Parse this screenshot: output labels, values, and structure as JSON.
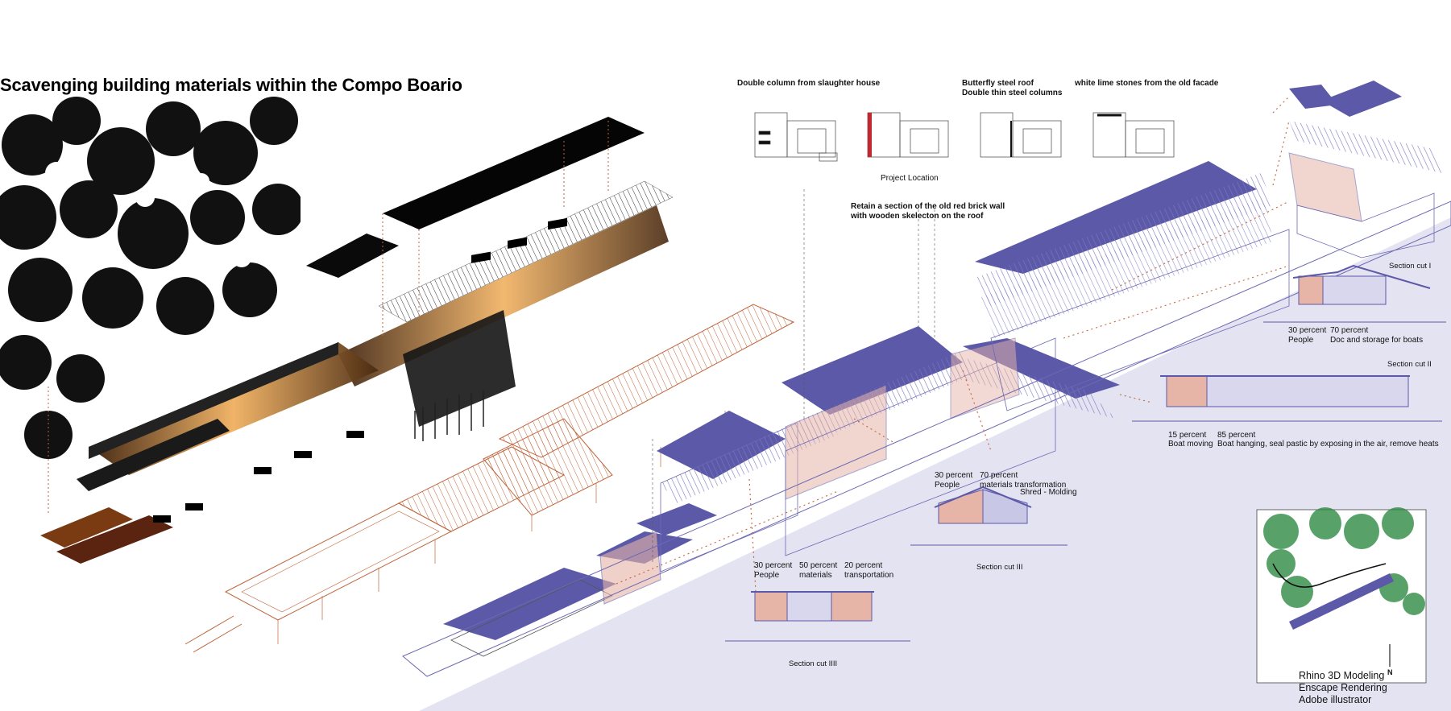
{
  "title": "Scavenging building materials within the Compo Boario",
  "material_labels": {
    "double_column": "Double column from slaughter house",
    "butterfly_roof": "Butterfly steel roof",
    "thin_columns": "Double thin steel columns",
    "lime_stones": "white lime stones from the old facade",
    "project_location": "Project Location",
    "red_brick_line1": "Retain a section of the old red brick wall",
    "red_brick_line2": "with wooden skelecton on the roof"
  },
  "sections": {
    "cut1": {
      "label": "Section cut I",
      "p1": "30 percent",
      "p1_desc": "People",
      "p2": "70 percent",
      "p2_desc": "Doc and storage for boats"
    },
    "cut2": {
      "label": "Section cut II",
      "p1": "15 percent",
      "p1_desc": "Boat moving",
      "p2": "85 percent",
      "p2_desc": "Boat hanging, seal pastic by exposing in the air, remove heats"
    },
    "cut3": {
      "label": "Section cut III",
      "p1": "30 percent",
      "p1_desc": "People",
      "p2": "70 percent",
      "p2_desc": "materials transformation",
      "p3": "Shred  -  Molding"
    },
    "cut4": {
      "label": "Section cut IIII",
      "p1": "30 percent",
      "p1_desc": "People",
      "p2": "50 percent",
      "p2_desc": "materials",
      "p3": "20 percent",
      "p3_desc": "transportation"
    }
  },
  "credits": {
    "line1": "Rhino 3D Modeling",
    "line2": "Enscape Rendering",
    "line3": "Adobe illustrator"
  },
  "north_label": "N",
  "colors": {
    "roof_purple": "#5c5aa8",
    "ground_lavender": "#e4e3f2",
    "copper": "#c0653c",
    "dark": "#0a0a0a",
    "brick_pink": "#e7b4a8"
  }
}
